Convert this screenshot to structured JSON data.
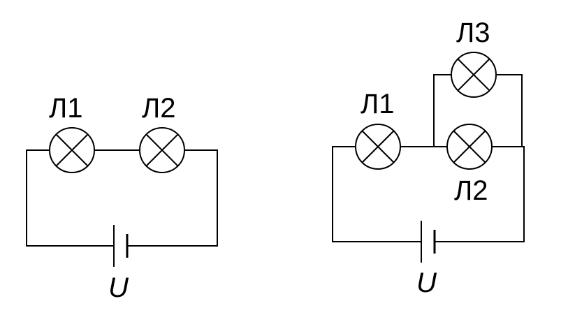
{
  "left_circuit": {
    "lamp1_label": "Л1",
    "lamp2_label": "Л2",
    "source_label": "U"
  },
  "right_circuit": {
    "lamp1_label": "Л1",
    "lamp2_label": "Л2",
    "lamp3_label": "Л3",
    "source_label": "U"
  }
}
